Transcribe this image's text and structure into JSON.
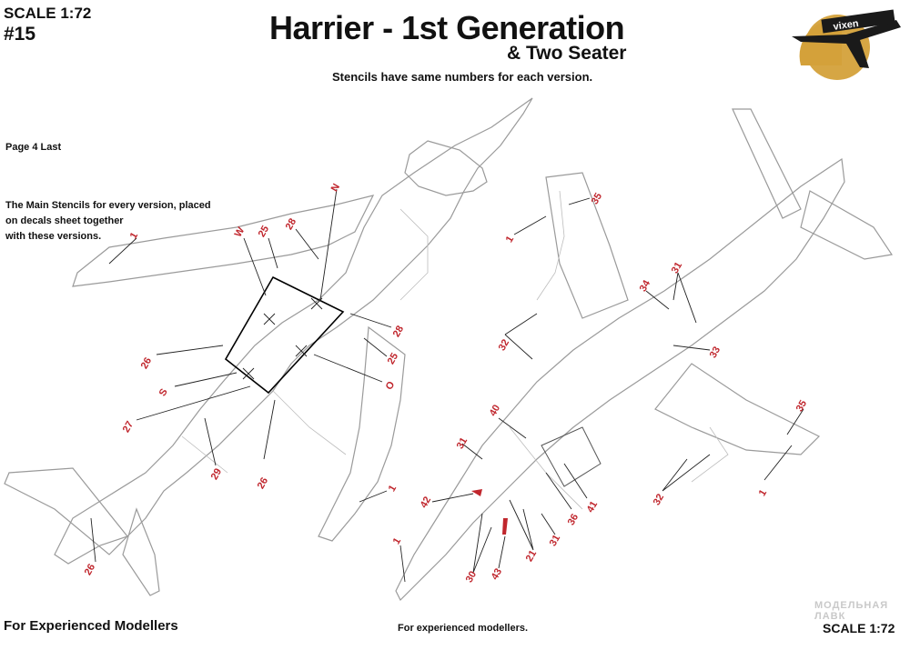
{
  "header": {
    "scale_top": "SCALE 1:72",
    "sheet_number": "#15",
    "title": "Harrier - 1st Generation",
    "subtitle": "& Two Seater",
    "note": "Stencils have same numbers for each version."
  },
  "logo": {
    "text": "vixen",
    "sun_color": "#d4a13a",
    "plane_color": "#1a1a1a"
  },
  "left_text": {
    "page": "Page 4 Last",
    "info_lines": [
      "The Main Stencils for every version, placed",
      "on decals sheet together",
      "with these versions."
    ]
  },
  "footer": {
    "left": "For Experienced Modellers",
    "middle": "For experienced modellers.",
    "scale": "SCALE 1:72",
    "watermark_line1": "МОДЕЛЬНАЯ",
    "watermark_line2": "ЛАВК"
  },
  "accent_color": "#c0262d",
  "callouts_top_view": [
    "1",
    "25",
    "28",
    "W",
    "N",
    "26",
    "S",
    "27",
    "29",
    "26",
    "28",
    "25",
    "O",
    "1",
    "26"
  ],
  "callouts_bottom_view": [
    "1",
    "35",
    "34",
    "31",
    "32",
    "33",
    "40",
    "31",
    "42",
    "36",
    "41",
    "1",
    "35",
    "32",
    "30",
    "43",
    "21",
    "31",
    "1"
  ]
}
